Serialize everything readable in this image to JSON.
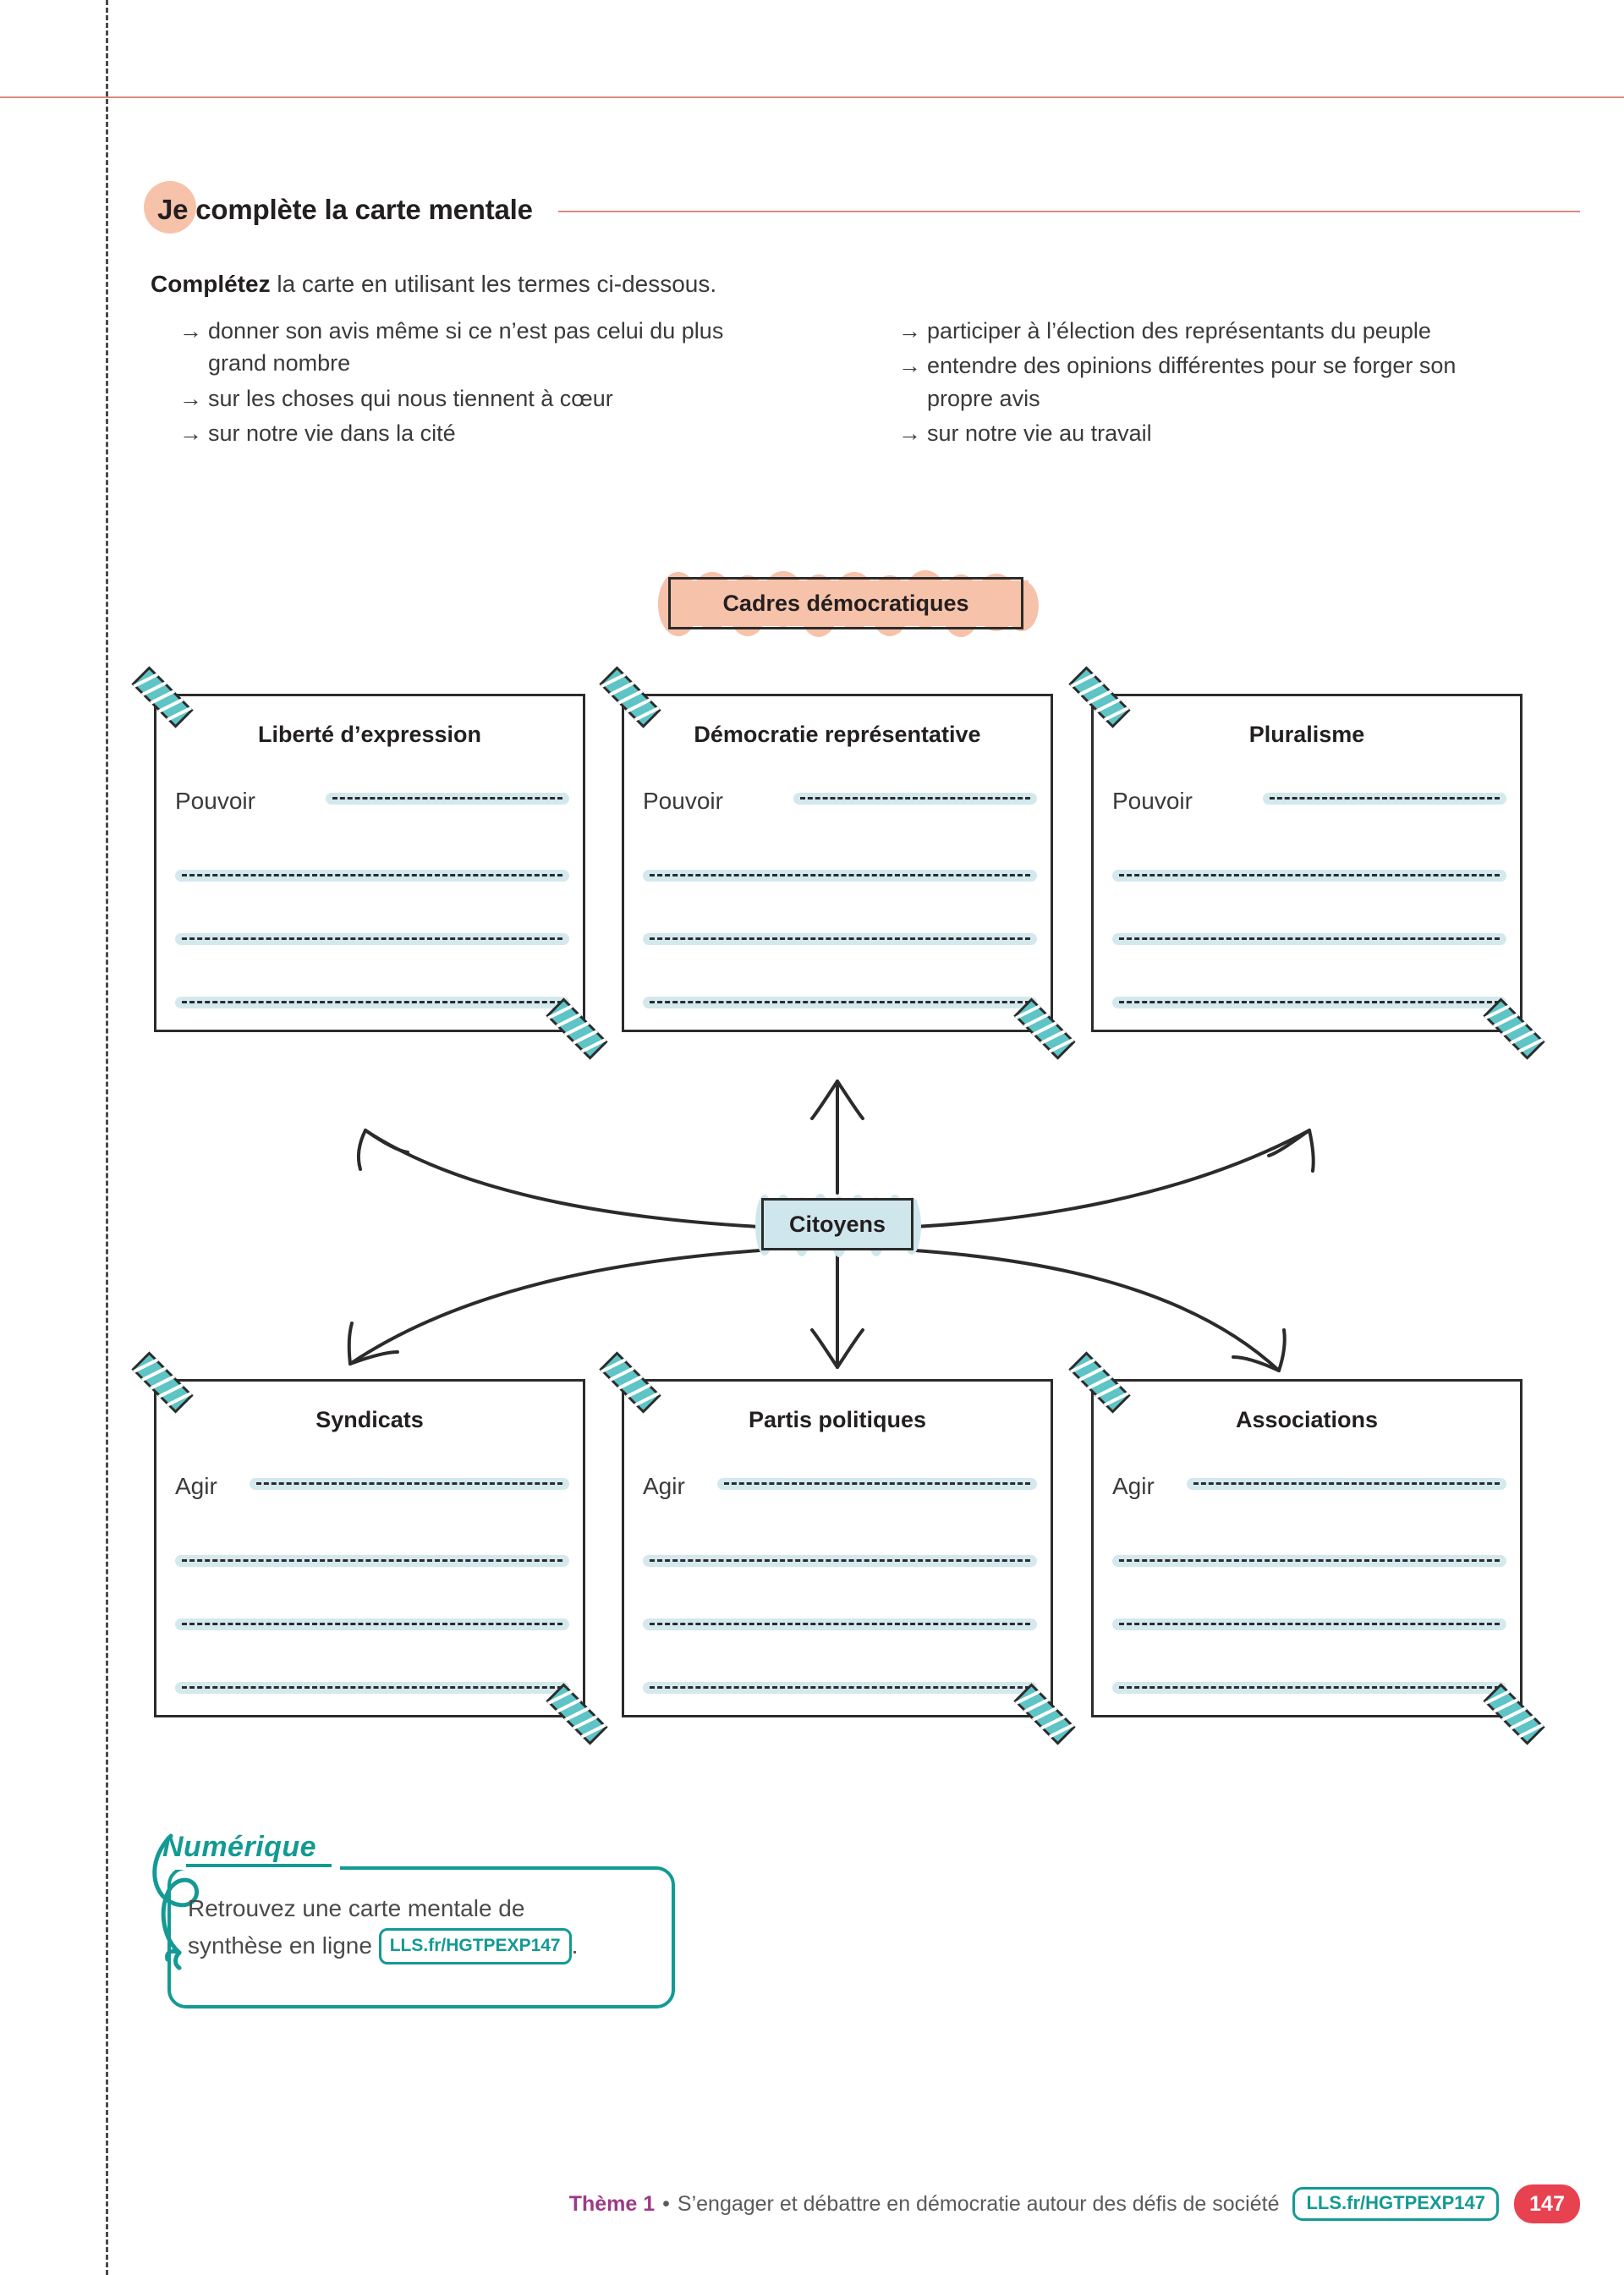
{
  "header": {
    "badge": "Je",
    "title": "complète la carte mentale"
  },
  "instruction": {
    "bold": "Complétez",
    "rest": " la carte en utilisant les termes ci-dessous."
  },
  "terms": {
    "arrow": "→",
    "left": [
      "donner son avis même si ce n’est pas celui du plus grand nombre",
      "sur les choses qui nous tiennent à cœur",
      "sur notre vie dans la cité"
    ],
    "right": [
      "participer à l’élection des représentants du peuple",
      "entendre des opinions différentes pour se forger son propre avis",
      "sur notre vie au travail"
    ]
  },
  "mindmap": {
    "root": "Cadres démocratiques",
    "center": "Citoyens",
    "top_cards": [
      {
        "title": "Liberté d’expression",
        "prefix": "Pouvoir"
      },
      {
        "title": "Démocratie représentative",
        "prefix": "Pouvoir"
      },
      {
        "title": "Pluralisme",
        "prefix": "Pouvoir"
      }
    ],
    "bottom_cards": [
      {
        "title": "Syndicats",
        "prefix": "Agir"
      },
      {
        "title": "Partis politiques",
        "prefix": "Agir"
      },
      {
        "title": "Associations",
        "prefix": "Agir"
      }
    ],
    "lines_per_card": 4
  },
  "numerique": {
    "title": "Numérique",
    "text_line1": "Retrouvez une carte mentale de",
    "text_line2": "synthèse en ligne",
    "link": "LLS.fr/HGTPEXP147",
    "period": "."
  },
  "footer": {
    "theme": "Thème 1",
    "separator": "•",
    "text": "S’engager et débattre en démocratie autour des défis de société",
    "link": "LLS.fr/HGTPEXP147",
    "page": "147"
  },
  "colors": {
    "peach": "#f7c2aa",
    "salmon_rule": "#d98e7d",
    "teal": "#139a94",
    "tape_teal": "#5ec4c6",
    "line_blue": "#d3e9ee",
    "ink": "#231f20",
    "purple": "#9c3a86",
    "page_red": "#e8414f"
  }
}
